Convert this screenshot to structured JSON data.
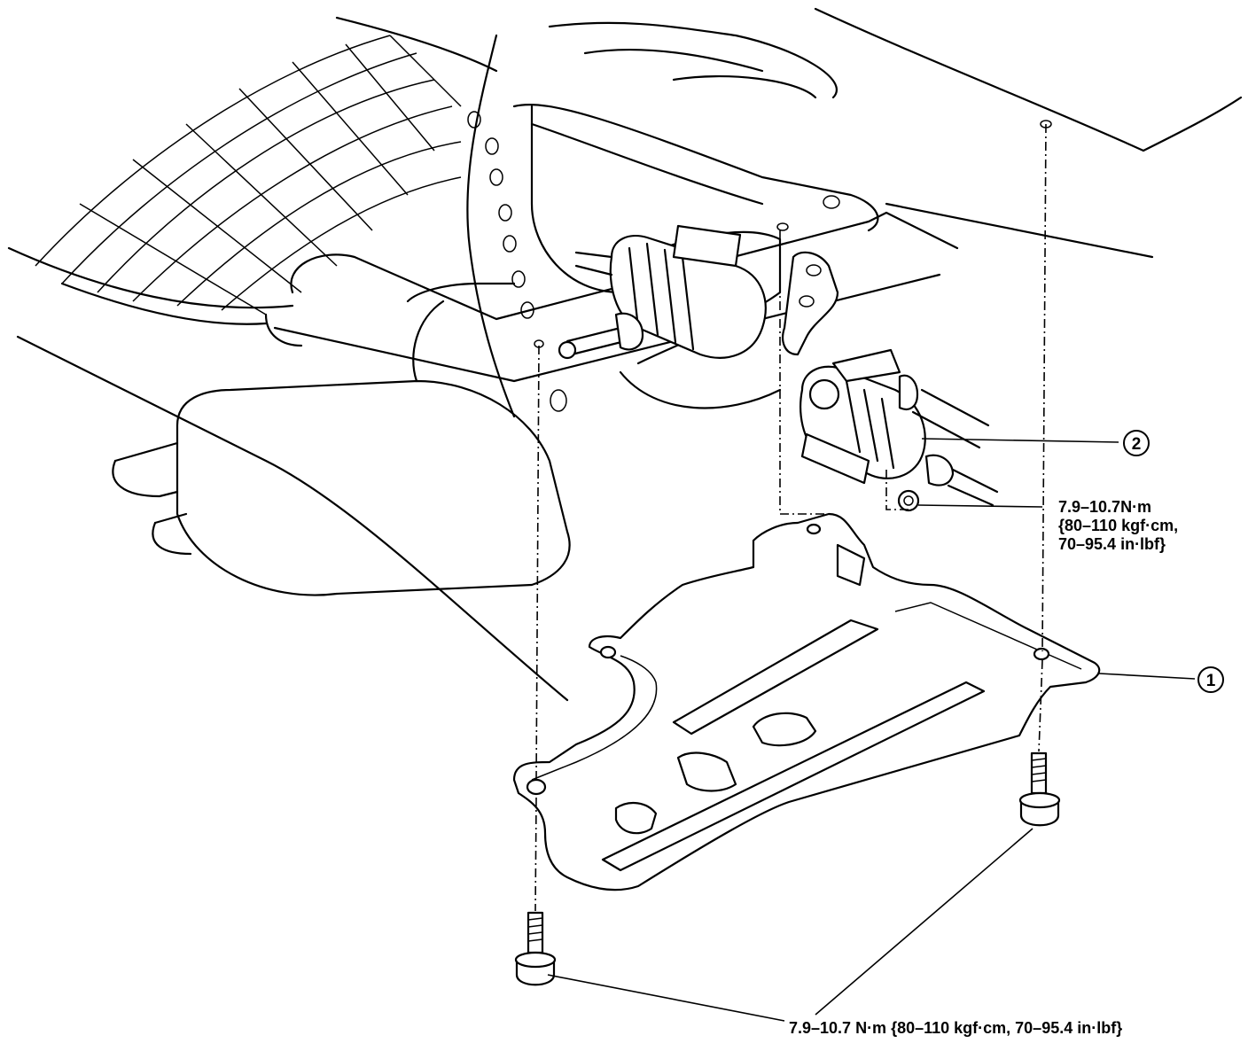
{
  "callouts": {
    "part_1": "1",
    "part_2": "2"
  },
  "torque_specs": {
    "nut_right": {
      "line1": "7.9–10.7N·m",
      "line2": "{80–110 kgf·cm,",
      "line3": "70–95.4 in·lbf}"
    },
    "bolts_bottom": "7.9–10.7 N·m {80–110 kgf·cm, 70–95.4 in·lbf}"
  }
}
